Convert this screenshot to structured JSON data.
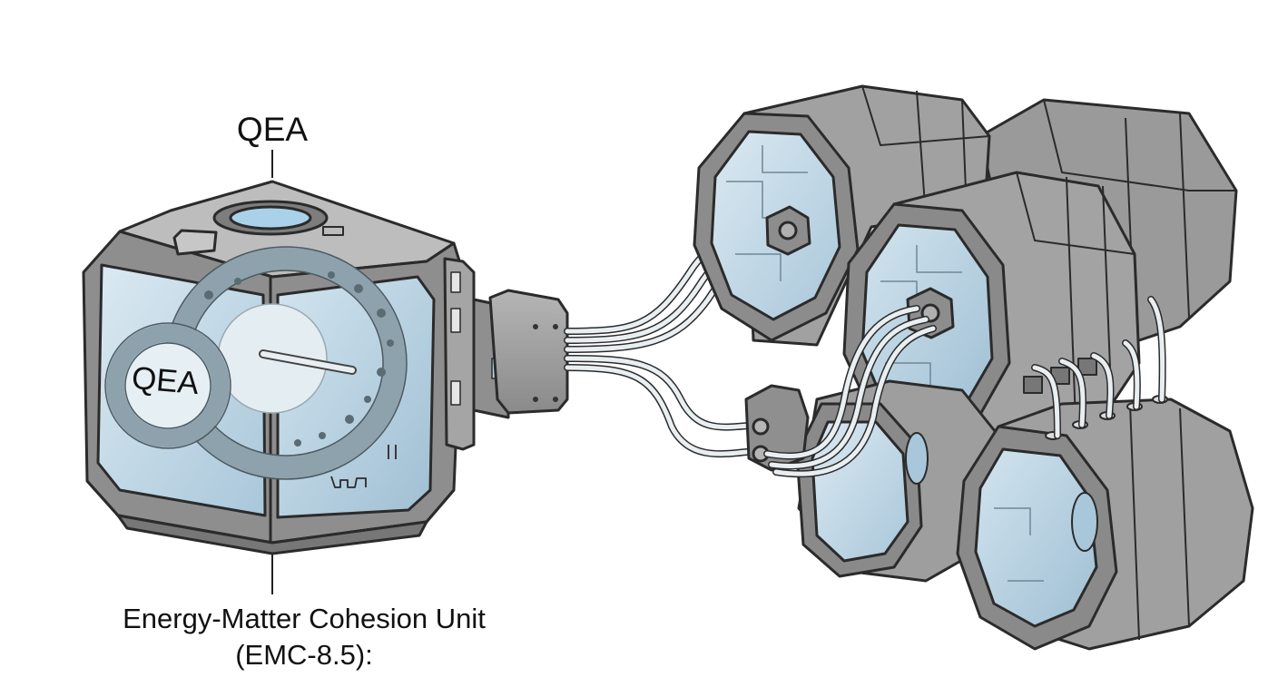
{
  "labels": {
    "top": "QEA",
    "window": "QEA",
    "unit_line1": "Energy-Matter Cohesion Unit",
    "unit_line2": "(EMC-8.5):"
  },
  "colors": {
    "housing": "#8f8f8f",
    "housing_light": "#b8b8b8",
    "housing_dark": "#6a6a6a",
    "glass": "#cfe2ee",
    "glass_deep": "#a9c7da",
    "ring": "#8ea2ad",
    "cable": "#e9eef1",
    "outline": "#2b2b2b"
  }
}
